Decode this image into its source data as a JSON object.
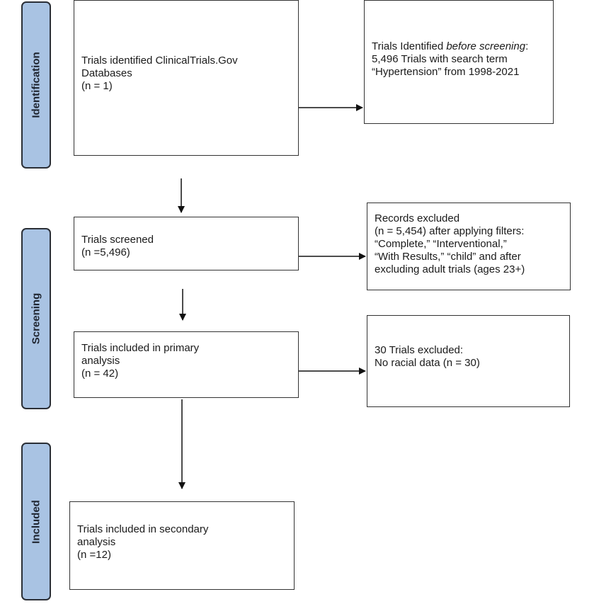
{
  "phases": {
    "identification": "Identification",
    "screening": "Screening",
    "included": "Included"
  },
  "boxes": {
    "identified": {
      "line1": "Trials identified ClinicalTrials.Gov",
      "line2": "Databases",
      "line3": "(n = 1)"
    },
    "before_screening": {
      "line1_prefix": "Trials Identified ",
      "line1_italic": "before screening",
      "line1_suffix": ":",
      "line2": "5,496 Trials with search term",
      "line3": "“Hypertension” from 1998-2021"
    },
    "screened": {
      "line1": "Trials screened",
      "line2": "(n =5,496)"
    },
    "records_excluded": {
      "line1": "Records excluded",
      "line2": "(n = 5,454) after applying filters:",
      "line3": "“Complete,” “Interventional,”",
      "line4": "“With Results,” “child” and after",
      "line5": "excluding adult trials (ages 23+)"
    },
    "primary": {
      "line1": "Trials included in primary",
      "line2": "analysis",
      "line3": "(n = 42)"
    },
    "trials_excluded": {
      "line1": "30 Trials excluded:",
      "line2": "No racial data (n = 30)"
    },
    "secondary": {
      "line1": "Trials included in secondary",
      "line2": "analysis",
      "line3": "(n =12)"
    }
  }
}
